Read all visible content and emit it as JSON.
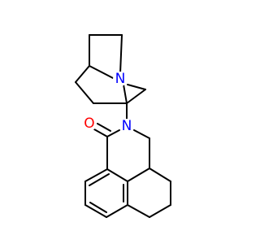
{
  "molecule": {
    "atom_labels": {
      "n_bridgehead": "N",
      "n_amide": "N",
      "o_carbonyl": "O"
    },
    "colors": {
      "nitrogen": "#0000ff",
      "oxygen": "#ff0000",
      "bond": "#000000",
      "background": "#ffffff"
    }
  }
}
